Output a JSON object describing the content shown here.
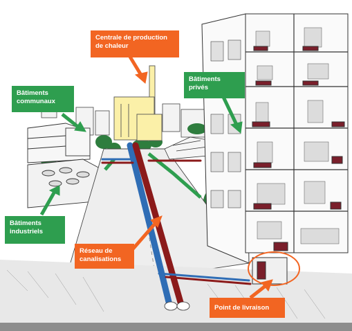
{
  "labels": {
    "central": "Centrale de production\nde chaleur",
    "communaux": "Bâtiments\ncommunaux",
    "prives": "Bâtiments\nprivés",
    "industriels": "Bâtiments\nindustriels",
    "reseau": "Réseau de\ncanalisations",
    "livraison": "Point de livraison"
  },
  "colors": {
    "orange": "#f26522",
    "green": "#2e9e4f",
    "supply_pipe": "#2f6db5",
    "return_pipe": "#8b1a1a",
    "plant_yellow": "#fbf0a8",
    "radiator": "#7a1f2b"
  }
}
